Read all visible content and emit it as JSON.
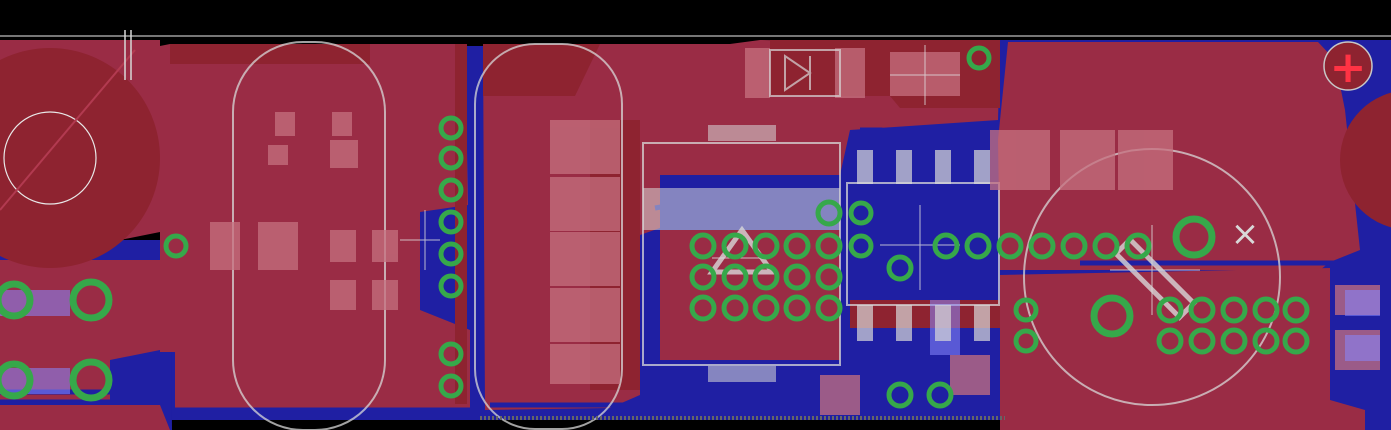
{
  "view": {
    "type": "pcb-layout-editor",
    "layers_visible": [
      "top-copper",
      "bottom-copper",
      "silkscreen",
      "vias",
      "smd-pads"
    ]
  },
  "colors": {
    "background": "#000000",
    "top_copper": "#8e2330",
    "top_copper_highlight": "#a5334a",
    "bottom_copper": "#1f1fa3",
    "copper_pour": "#9a2c45",
    "via_ring": "#36a84a",
    "silkscreen": "#d8d8d8",
    "smd_pad": "#c5707f",
    "trace_red": "#b43036"
  },
  "components": {
    "left_connector": {
      "label": "+"
    },
    "mount_hole_x": {
      "label": "×"
    }
  },
  "icons": [
    "plus-marker-icon",
    "diode-symbol-icon",
    "triangle-marker-icon",
    "x-marker-icon"
  ]
}
